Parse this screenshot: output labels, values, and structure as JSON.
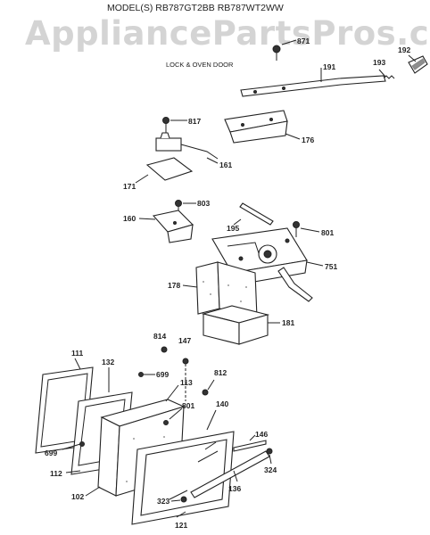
{
  "header": {
    "watermark": "AppliancePartsPros.com",
    "models": "MODEL(S) RB787GT2BB  RB787WT2WW",
    "section": "LOCK & OVEN DOOR"
  },
  "parts": {
    "p871": "871",
    "p192": "192",
    "p193": "193",
    "p191": "191",
    "p817": "817",
    "p176": "176",
    "p161": "161",
    "p171": "171",
    "p803": "803",
    "p160": "160",
    "p195": "195",
    "p801a": "801",
    "p751": "751",
    "p178": "178",
    "p181": "181",
    "p814": "814",
    "p147": "147",
    "p111": "111",
    "p132": "132",
    "p699a": "699",
    "p812": "812",
    "p113": "113",
    "p801b": "801",
    "p140": "140",
    "p699b": "699",
    "p146": "146",
    "p112": "112",
    "p324": "324",
    "p102": "102",
    "p136": "136",
    "p323": "323",
    "p121": "121"
  }
}
